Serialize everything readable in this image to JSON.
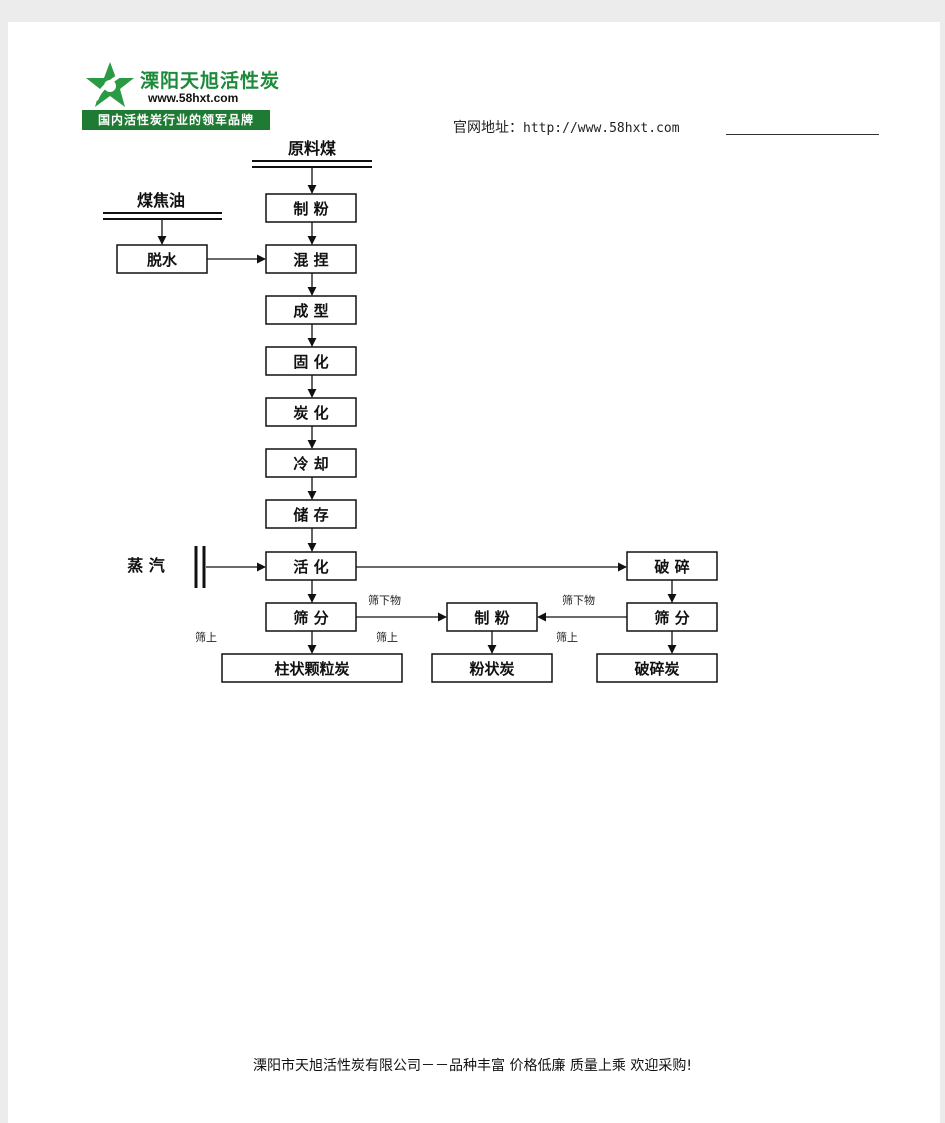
{
  "header": {
    "logo_title": "溧阳天旭活性炭",
    "logo_url": "www.58hxt.com",
    "logo_slogan": "国内活性炭行业的领军品牌",
    "site_label": "官网地址：",
    "site_url": "http://www.58hxt.com"
  },
  "flow": {
    "raw_coal": "原料煤",
    "coal_tar": "煤焦油",
    "steam": "蒸 汽",
    "dehydrate": "脱水",
    "steps": [
      "制 粉",
      "混 捏",
      "成 型",
      "固 化",
      "炭 化",
      "冷 却",
      "储 存",
      "活 化"
    ],
    "crush": "破 碎",
    "sieve_left": "筛 分",
    "sieve_right": "筛 分",
    "powder_mid": "制 粉",
    "product_column": "柱状颗粒炭",
    "product_powder": "粉状炭",
    "product_crushed": "破碎炭",
    "label_undersize_left": "筛下物",
    "label_undersize_right": "筛下物",
    "label_oversize_left": "筛上",
    "label_oversize_mid": "筛上",
    "label_oversize_right": "筛上"
  },
  "footer": {
    "company": "溧阳市天旭活性炭有限公司－－品种丰富",
    "slogan2": "价格低廉",
    "slogan3": "质量上乘",
    "slogan4": "欢迎采购!"
  },
  "colors": {
    "brand_green": "#1d8a3a",
    "ink": "#111111"
  }
}
